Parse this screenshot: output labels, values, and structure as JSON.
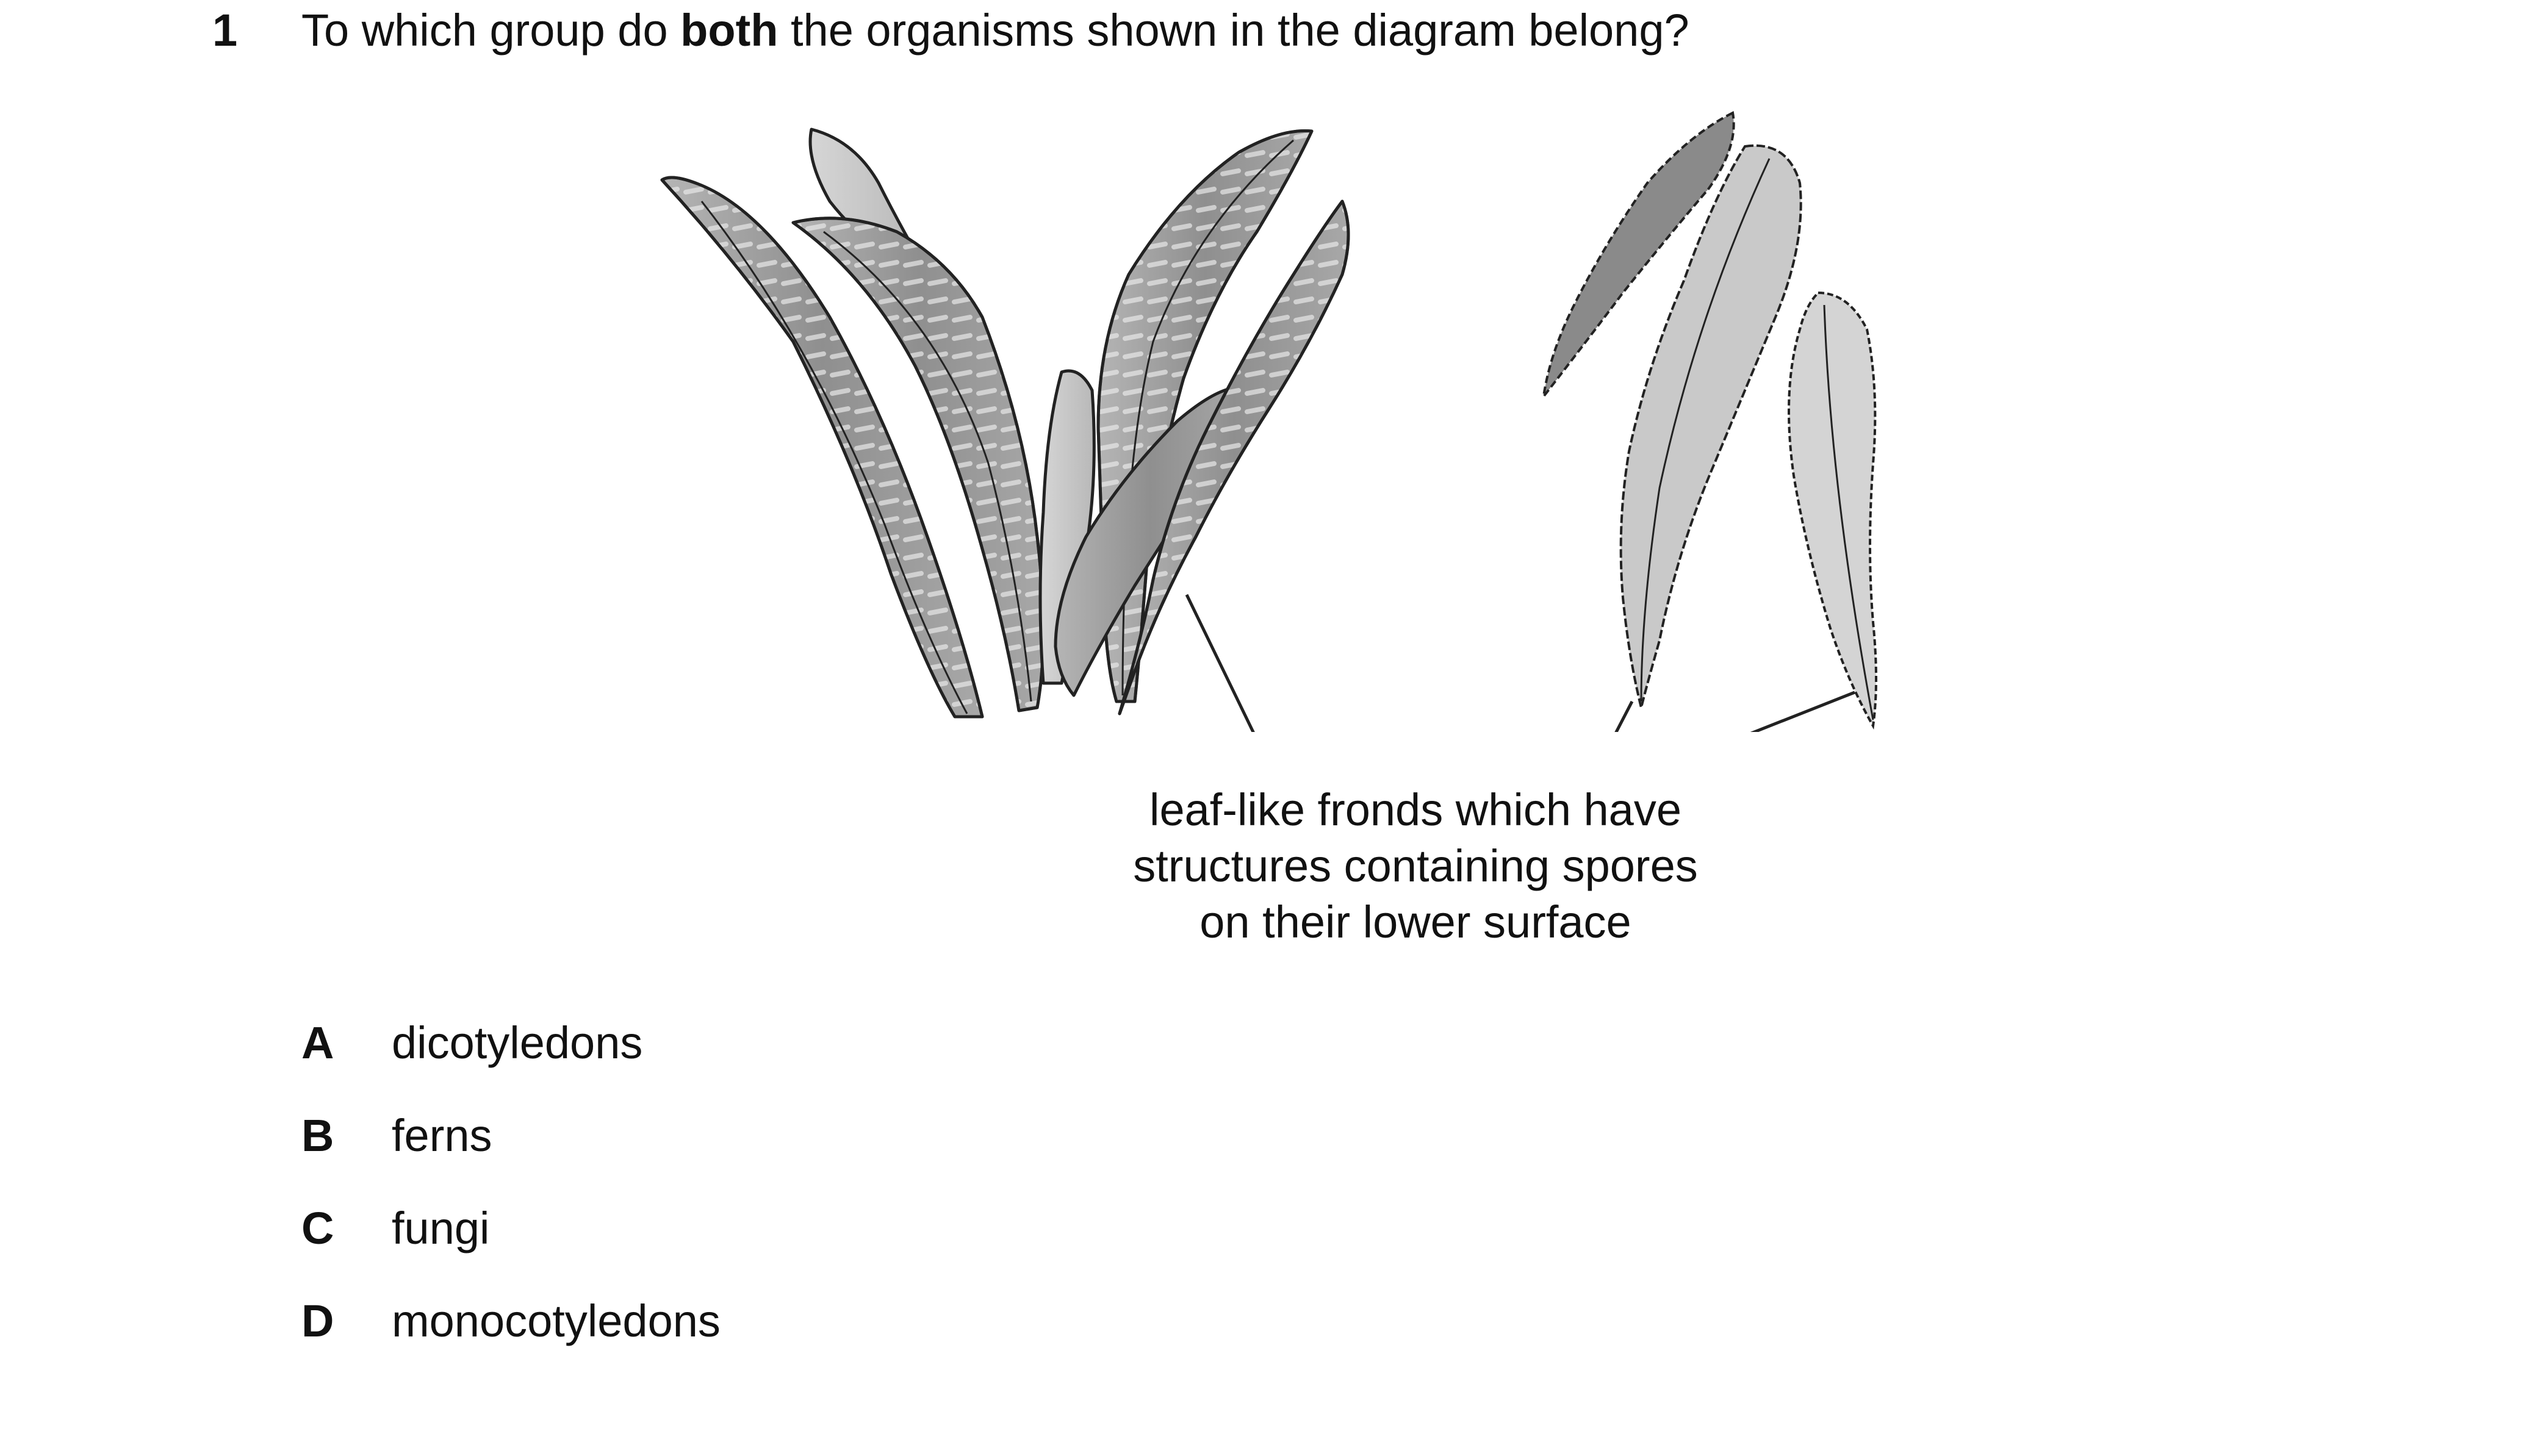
{
  "question": {
    "number": "1",
    "text_before": "To which group do ",
    "text_bold": "both",
    "text_after": " the organisms shown in the diagram belong?"
  },
  "diagram": {
    "label_lines": [
      "leaf-like fronds which have",
      "structures containing spores",
      "on their lower surface"
    ]
  },
  "options": [
    {
      "letter": "A",
      "text": "dicotyledons"
    },
    {
      "letter": "B",
      "text": "ferns"
    },
    {
      "letter": "C",
      "text": "fungi"
    },
    {
      "letter": "D",
      "text": "monocotyledons"
    }
  ]
}
